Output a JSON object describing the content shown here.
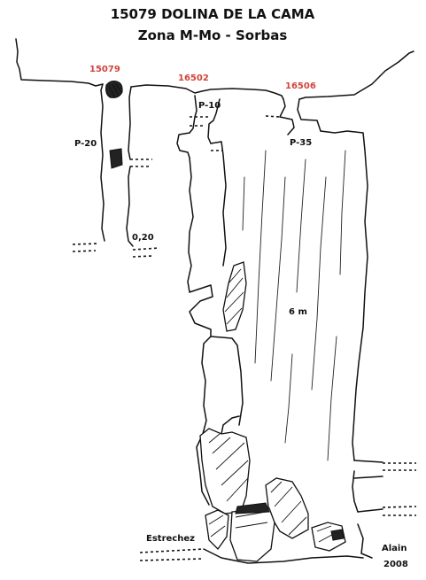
{
  "title": {
    "line1": "15079 DOLINA DE LA CAMA",
    "line2": "Zona M-Mo - Sorbas"
  },
  "entrances": [
    {
      "code": "15079"
    },
    {
      "code": "16502"
    },
    {
      "code": "16506"
    }
  ],
  "labels": {
    "pitch_20": "P-20",
    "pitch_10": "P-10",
    "pitch_35": "P-35",
    "depth_020": "0,20",
    "depth_6m": "6 m",
    "squeeze": "Estrechez"
  },
  "credit": {
    "author": "Alain",
    "year": "2008"
  },
  "colors": {
    "entrance_code": "#d0453b",
    "ink": "#111111"
  }
}
